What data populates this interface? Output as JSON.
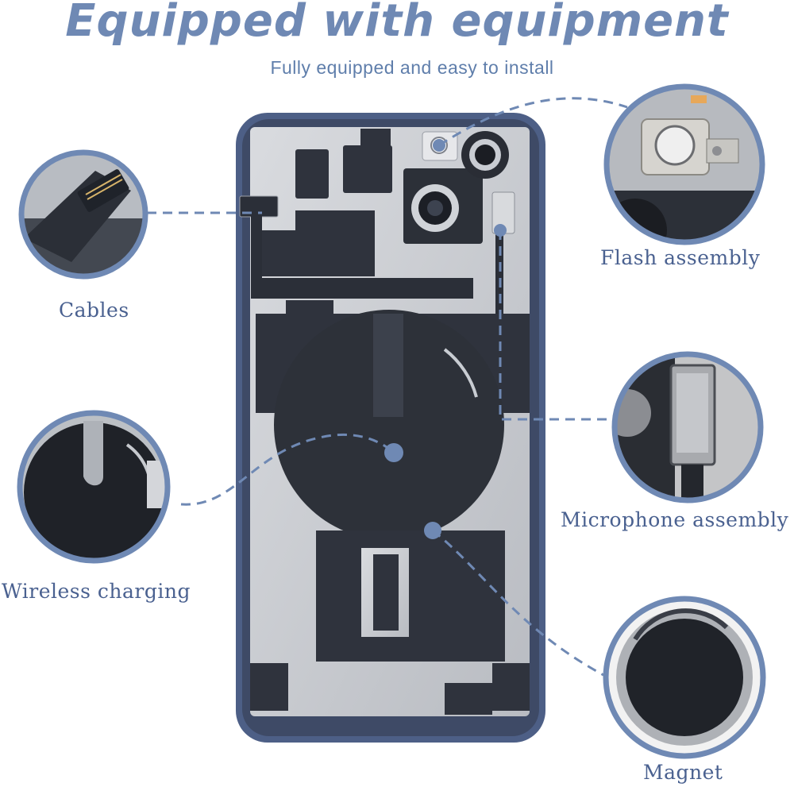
{
  "header": {
    "title": "Equipped with equipment",
    "subtitle": "Fully equipped and easy to install"
  },
  "callouts": {
    "cables": "Cables",
    "flash": "Flash assembly",
    "wireless": "Wireless charging",
    "microphone": "Microphone assembly",
    "magnet": "Magnet"
  },
  "colors": {
    "accent": "#6f89b4",
    "phone_frame": "#4d5f86",
    "panel_dark": "#2f333d",
    "panel_steel": "#c9ccd1"
  }
}
